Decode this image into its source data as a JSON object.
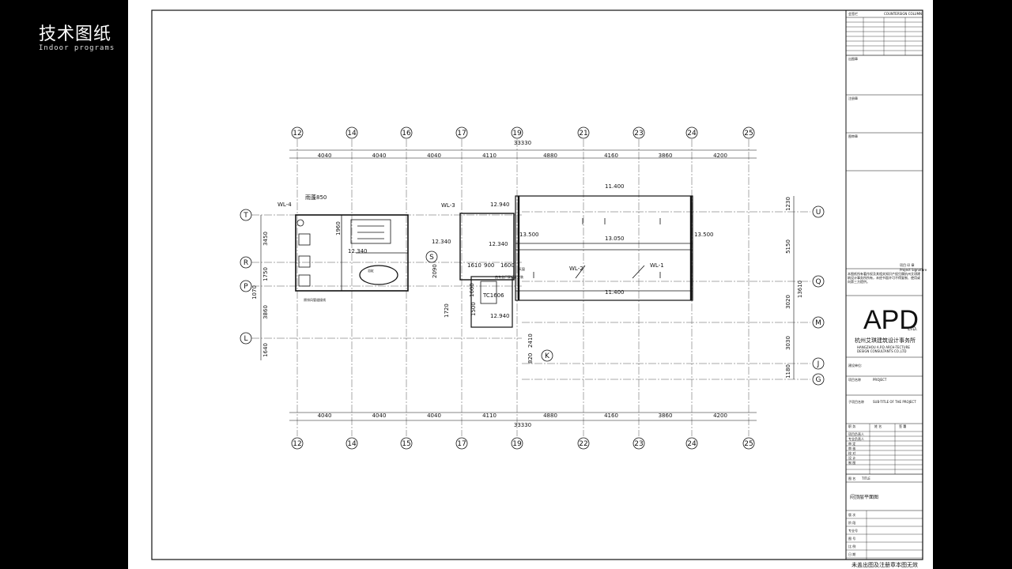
{
  "slide": {
    "title_cn": "技术图纸",
    "title_en": "Indoor programs"
  },
  "plan": {
    "columns_top": [
      "12",
      "14",
      "16",
      "17",
      "19",
      "21",
      "23",
      "24",
      "25"
    ],
    "columns_bottom": [
      "12",
      "14",
      "15",
      "17",
      "19",
      "22",
      "23",
      "24",
      "25"
    ],
    "column_spacings": [
      "4040",
      "4040",
      "4040",
      "4110",
      "4880",
      "4160",
      "3860",
      "4200"
    ],
    "total_width": "33330",
    "rows_left": [
      "T",
      "R",
      "P",
      "L"
    ],
    "rows_left_dims": [
      "3450",
      "1750",
      "3860",
      "1640"
    ],
    "rows_left_extra": "1070",
    "rows_right": [
      "U",
      "Q",
      "M",
      "J",
      "G"
    ],
    "rows_right_dims": [
      "1230",
      "5150",
      "3020",
      "3030",
      "1180"
    ],
    "rows_right_total": "13610",
    "extra_axes": [
      "S",
      "K"
    ],
    "labels": {
      "wl4": "WL-4",
      "wl3": "WL-3",
      "wl2": "WL-2",
      "wl1": "WL-1",
      "eave": "雨蓬850",
      "elev_12940": "12.940",
      "elev_12340": "12.340",
      "elev_11400": "11.400",
      "elev_13500": "13.500",
      "elev_13050": "13.050",
      "dim_1960": "1960",
      "dim_2090": "2090",
      "dim_1610": "1610",
      "dim_900": "900",
      "dim_1600": "1600",
      "dim_1720": "1720",
      "dim_1500": "1500",
      "dim_2410": "2410",
      "dim_820": "820",
      "tc": "TC1606",
      "elevator_note": "由专业厂家设计安装",
      "tub": "浴缸",
      "stair_note": "原排风管道接线",
      "tianchuang": "天窗"
    }
  },
  "title_block": {
    "header_rows": [
      "会签栏",
      "COUNTERSIGN COLUMN"
    ],
    "sign_labels": [
      "出图章",
      "注册章",
      "图审章"
    ],
    "note_text": "本图纸所有著作权及其相关知识产权归属杭州艾琪建筑设计事务所所有，未经书面许可不得复制、使用或向第三方提供。",
    "stamp_label": "项目 印 章",
    "stamp_label_en": "Project Signature",
    "logo": "APD",
    "logo_ltd": "LTD.",
    "company_cn": "杭州艾琪建筑设计事务所",
    "company_en1": "HANGZHOU A.P.D ARCH-TECTURE",
    "company_en2": "DESIGN CONSULTANTS CO.,LTD",
    "owner_label": "建设单位:",
    "project_label": "项目名称",
    "project_en": "PROJECT",
    "subproject_label": "子项目名称",
    "subproject_en": "SUB-TITLE OF THE PROJECT",
    "role_headers": [
      "职 务",
      "姓 名",
      "签 署"
    ],
    "roles": [
      "项目负责人",
      "专业负责人",
      "审 定",
      "审 核",
      "校 对",
      "设 计",
      "制 图"
    ],
    "drawing_name_label": "图 名",
    "drawing_name_en": "TITLE",
    "drawing_name": "闷顶层平面图",
    "meta_rows": [
      "版 次",
      "阶 段",
      "专业号",
      "图 号",
      "比 例",
      "日 期"
    ]
  },
  "footer_note": "未盖出图及注册章本图无效"
}
